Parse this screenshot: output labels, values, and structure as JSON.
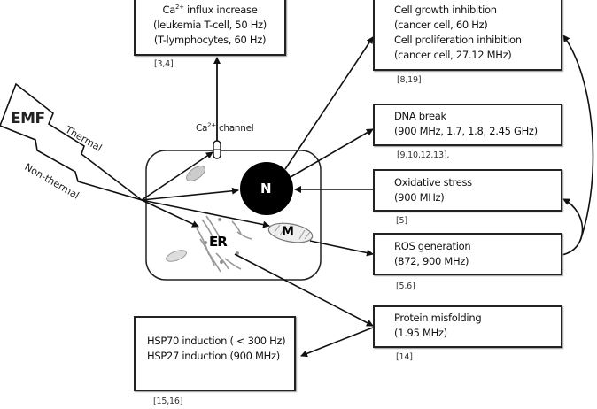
{
  "emf": {
    "label": "EMF",
    "paths": [
      "Thermal",
      "Non-thermal"
    ]
  },
  "cell": {
    "channel_label_prefix": "Ca",
    "channel_label_sup": "2+",
    "channel_label_suffix": " channel",
    "organelles": {
      "nucleus": "N",
      "mitochondria": "M",
      "er": "ER"
    }
  },
  "boxes": {
    "calcium": {
      "line1_prefix": "Ca",
      "line1_sup": "2+",
      "line1_suffix": " influx increase",
      "lines": [
        "(leukemia T-cell, 50 Hz)",
        "(T-lymphocytes, 60 Hz)"
      ],
      "ref": "[3,4]"
    },
    "growth": {
      "lines": [
        "Cell growth inhibition",
        "(cancer cell, 60 Hz)",
        "Cell proliferation inhibition",
        "(cancer cell, 27.12 MHz)"
      ],
      "ref": "[8,19]"
    },
    "dna": {
      "lines": [
        "DNA break",
        "(900 MHz, 1.7, 1.8, 2.45 GHz)"
      ],
      "ref": "[9,10,12,13],"
    },
    "oxidative": {
      "lines": [
        "Oxidative stress",
        "(900 MHz)"
      ],
      "ref": "[5]"
    },
    "ros": {
      "lines": [
        "ROS generation",
        "(872, 900 MHz)"
      ],
      "ref": "[5,6]"
    },
    "protein": {
      "lines": [
        "Protein misfolding",
        "(1.95 MHz)"
      ],
      "ref": "[14]"
    },
    "hsp": {
      "lines": [
        "HSP70 induction ( < 300 Hz)",
        "HSP27 induction (900 MHz)"
      ],
      "ref": "[15,16]"
    }
  }
}
